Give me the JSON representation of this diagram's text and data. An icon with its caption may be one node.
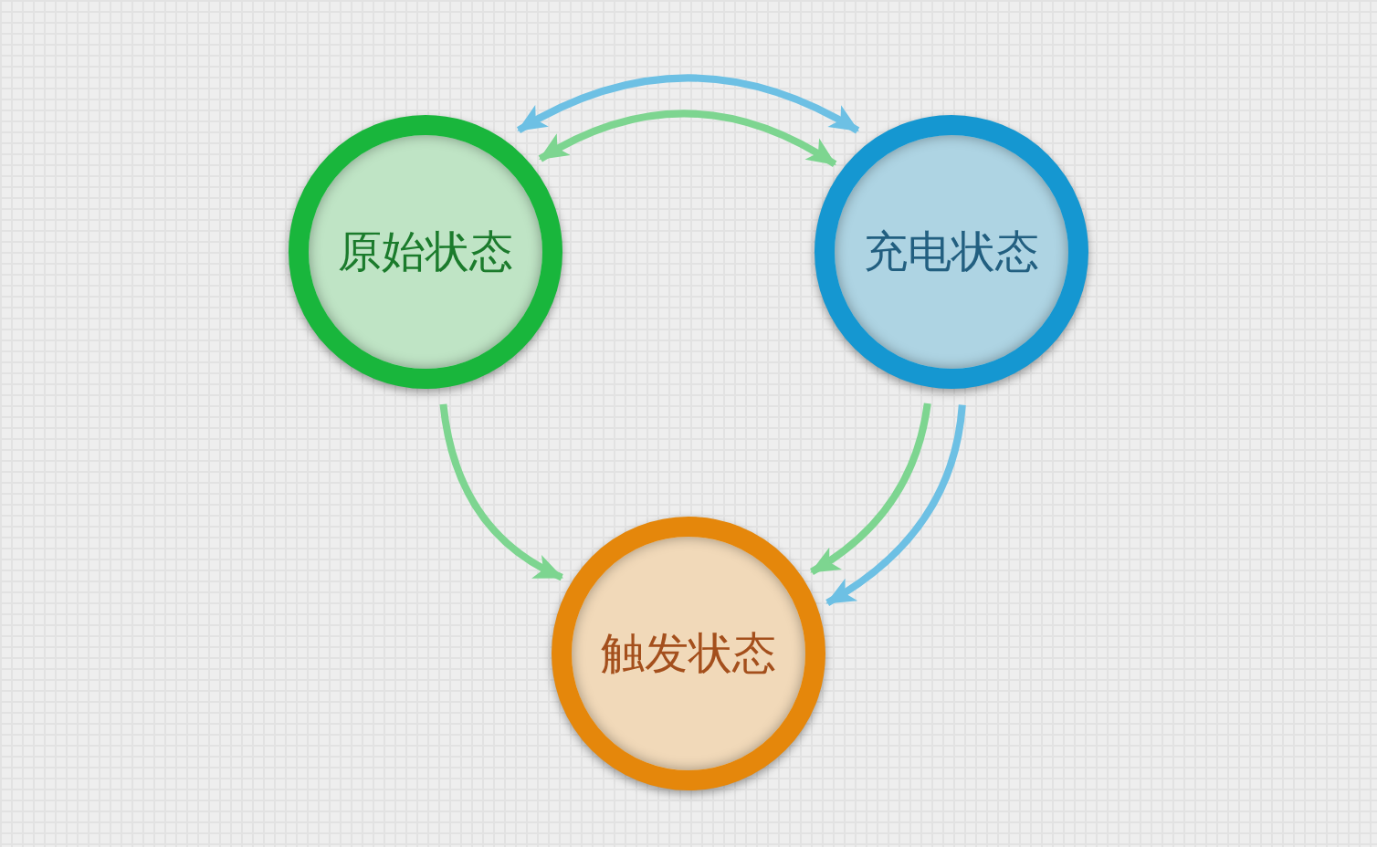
{
  "diagram": {
    "nodes": [
      {
        "text": [
          "原始状态"
        ]
      },
      {
        "text": [
          "充电状态"
        ]
      },
      {
        "text": [
          "触发状态"
        ]
      }
    ],
    "edges": [
      {
        "from": 0,
        "to": 1,
        "arrow": "both",
        "color": "#6dc0e4"
      },
      {
        "from": 0,
        "to": 1,
        "arrow": "both"
      },
      {
        "from": 0,
        "to": 2,
        "arrow": "to"
      },
      {
        "from": 1,
        "to": 2,
        "arrow": "to"
      },
      {
        "from": 1,
        "to": 2,
        "arrow": "to",
        "color": "#6dc0e4"
      }
    ]
  }
}
